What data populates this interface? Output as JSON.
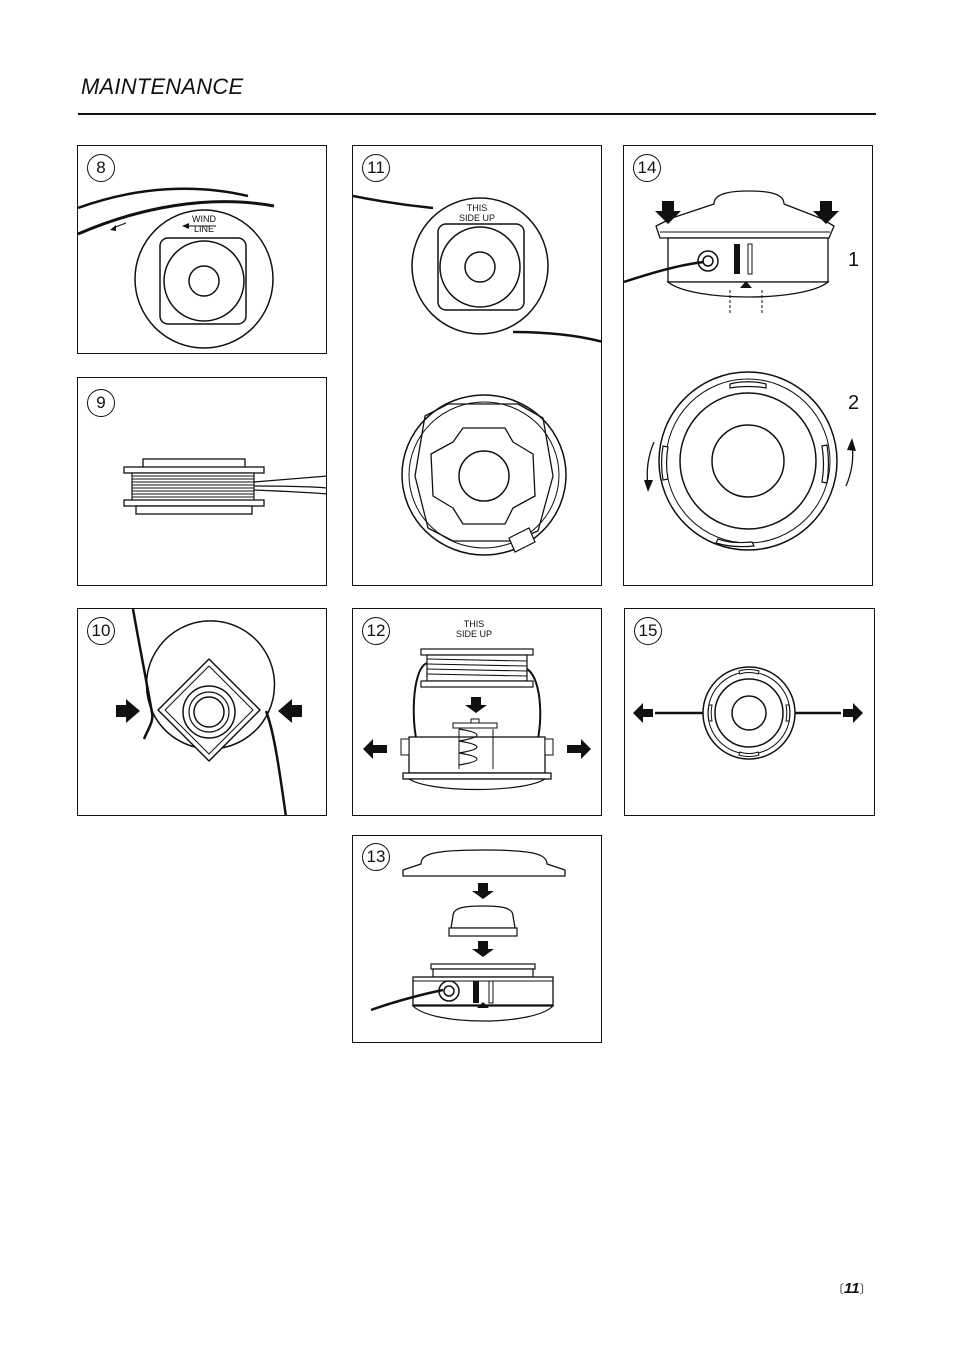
{
  "header": {
    "title": "MAINTENANCE"
  },
  "figures": [
    {
      "number": "8",
      "labels": [
        "WIND",
        "LINE"
      ]
    },
    {
      "number": "9"
    },
    {
      "number": "10"
    },
    {
      "number": "11",
      "labels": [
        "THIS",
        "SIDE UP"
      ]
    },
    {
      "number": "12",
      "labels": [
        "THIS",
        "SIDE UP"
      ]
    },
    {
      "number": "13"
    },
    {
      "number": "14",
      "steps": [
        "1",
        "2"
      ]
    },
    {
      "number": "15"
    }
  ],
  "footer": {
    "page_number": "11",
    "bracket_left": "〔",
    "bracket_right": "〕"
  }
}
